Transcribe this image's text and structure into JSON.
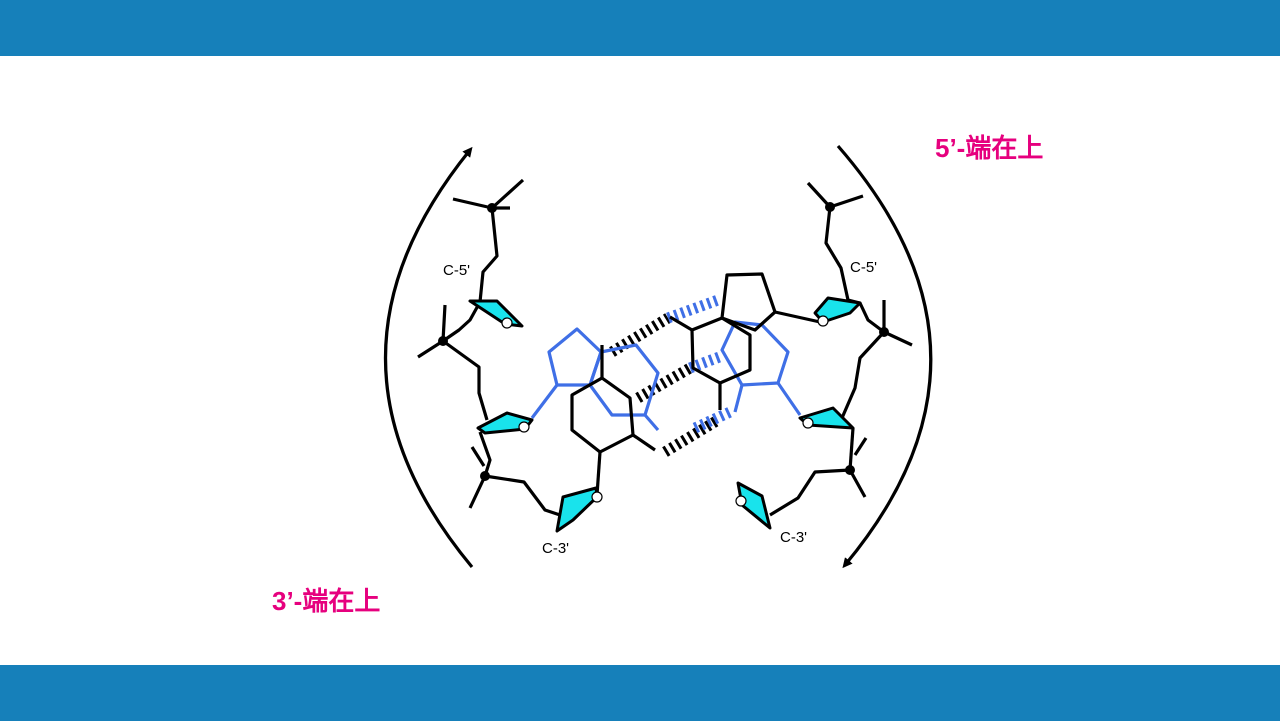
{
  "header": {
    "color": "#1680BA"
  },
  "labels": {
    "five_prime_top": "5’-端在上",
    "three_prime_top": "3’-端在上",
    "accent_color": "#E6007E"
  },
  "diagram": {
    "c5_left": "C-5'",
    "c5_right": "C-5'",
    "c3_left": "C-3'",
    "c3_right": "C-3'"
  }
}
